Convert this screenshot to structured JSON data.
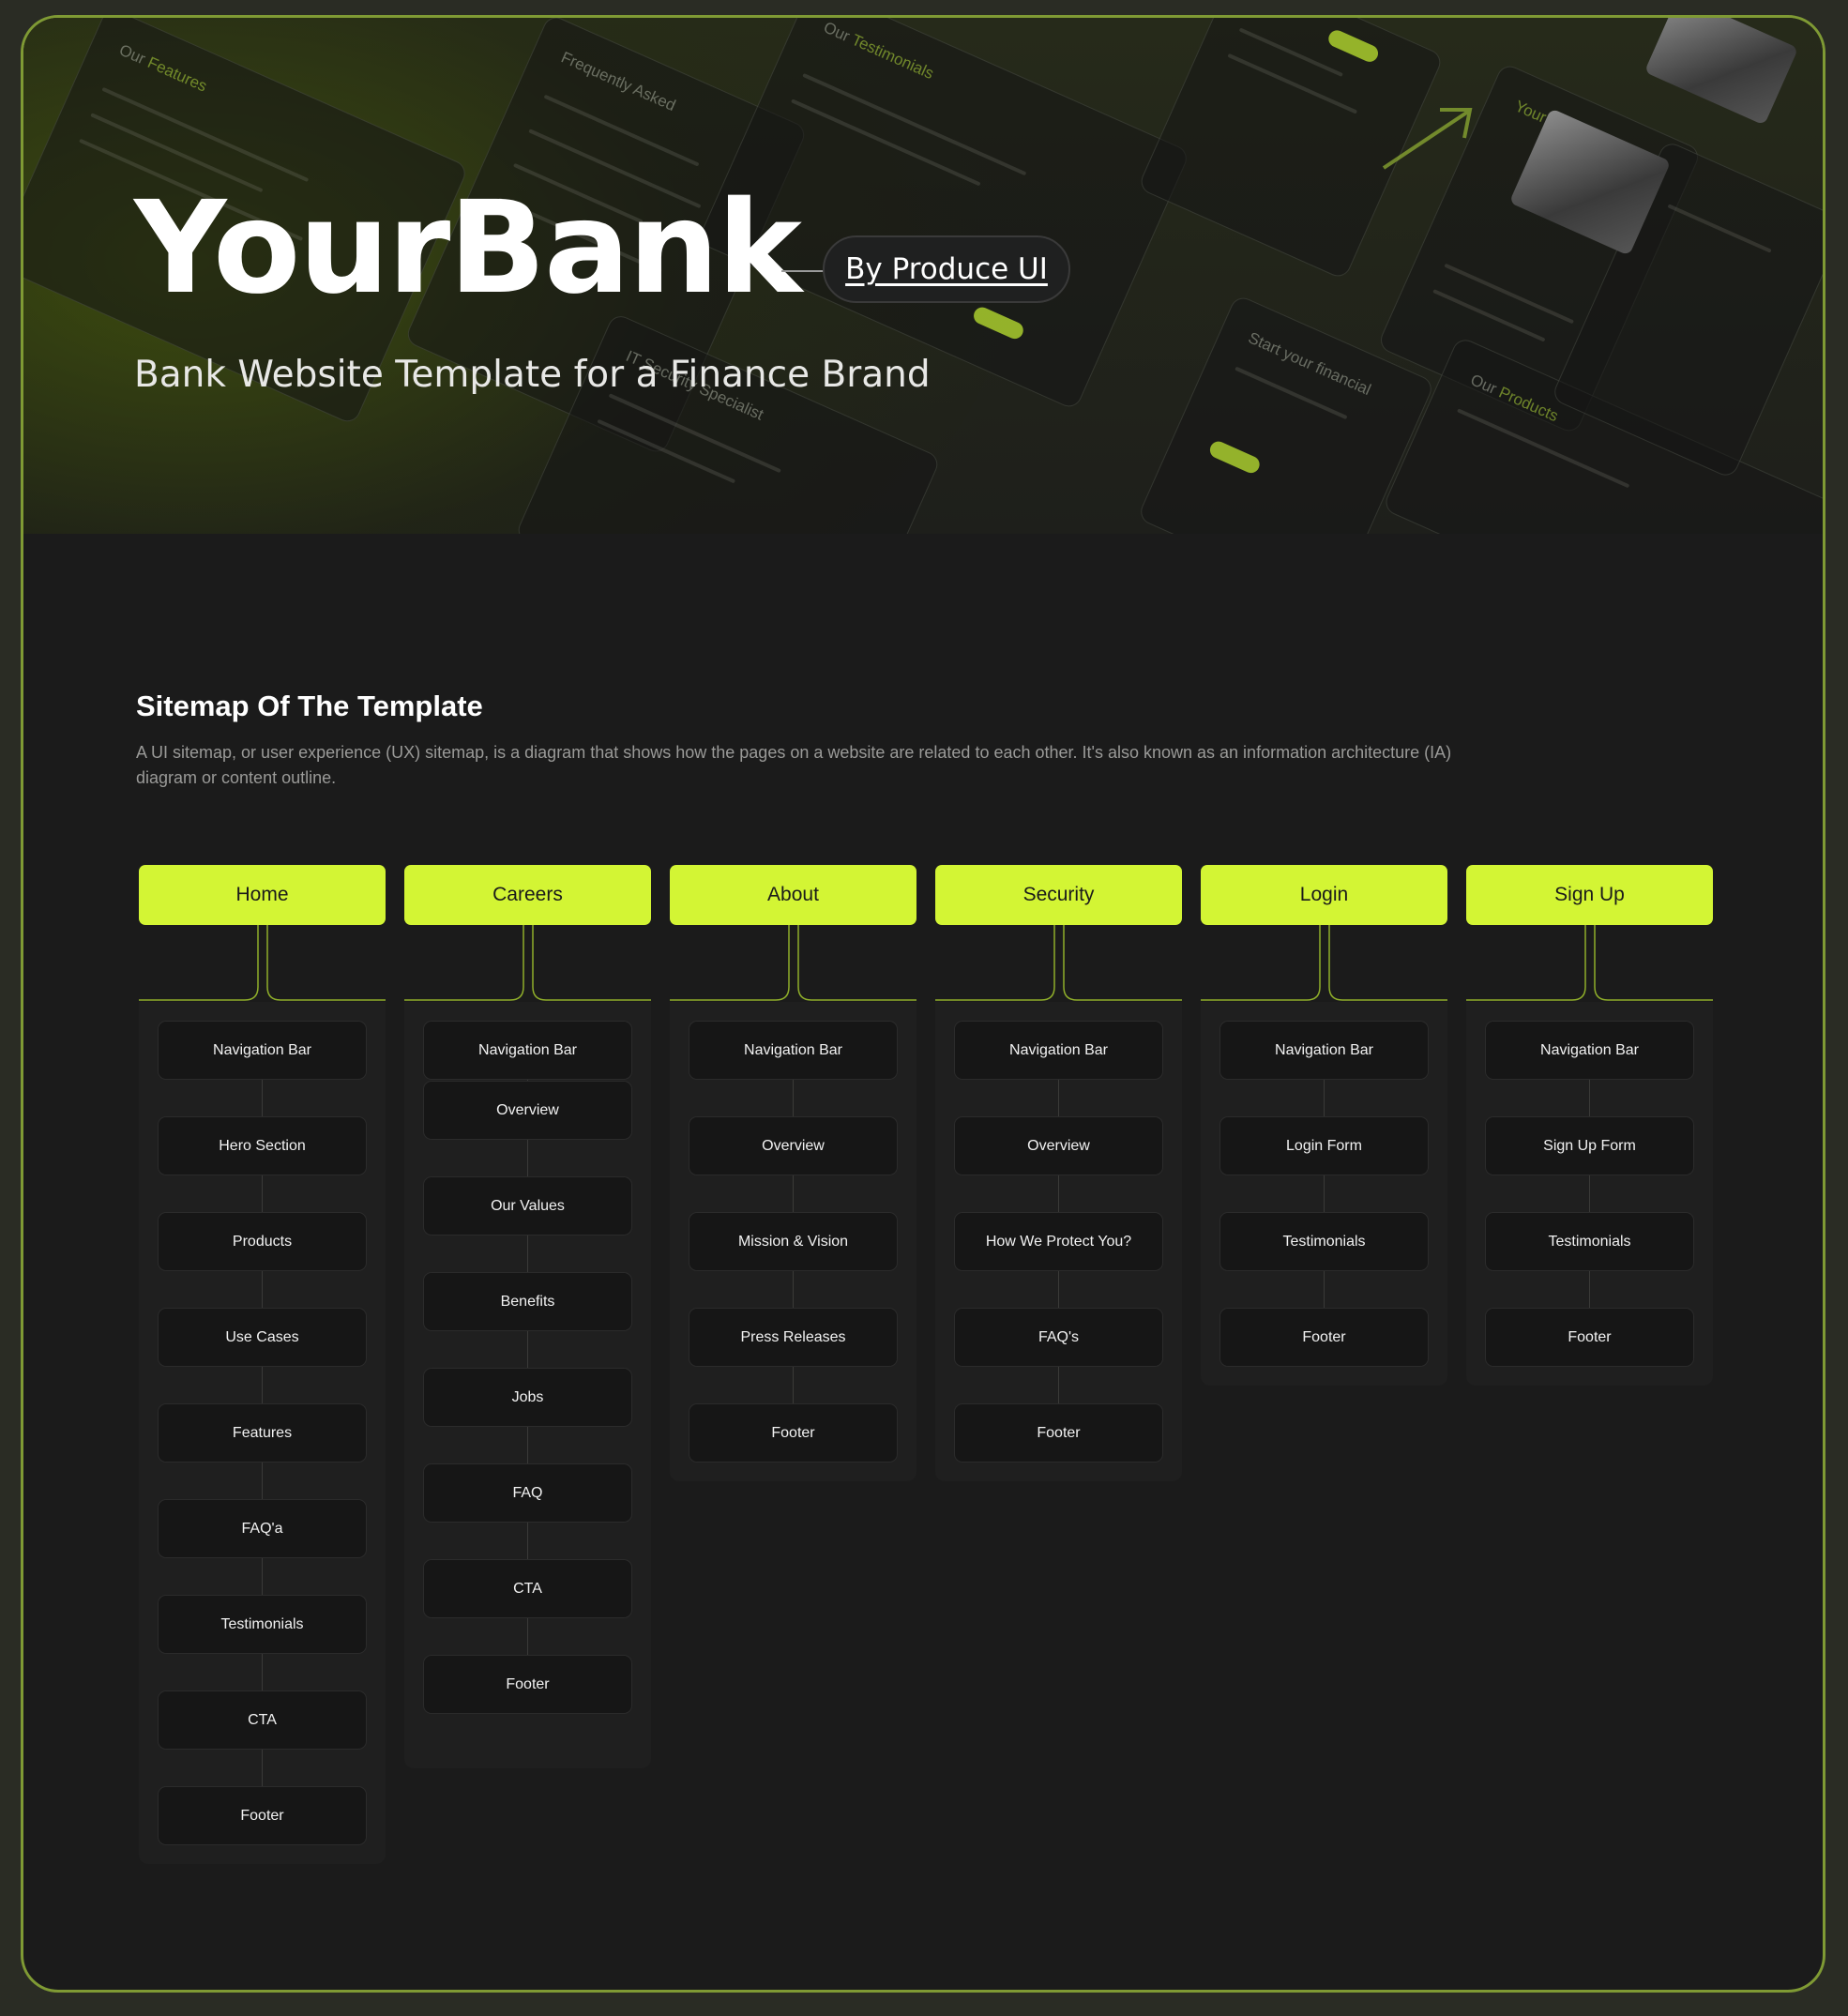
{
  "hero": {
    "title": "YourBank",
    "badge": "By Produce UI",
    "subtitle": "Bank Website Template for a Finance Brand"
  },
  "sitemap": {
    "title": "Sitemap Of The Template",
    "description": "A UI sitemap, or user experience (UX) sitemap, is a diagram that shows how the pages on a website are related to each other. It's also known as an information architecture (IA) diagram or content outline.",
    "accent_color": "#d3f534",
    "columns": [
      {
        "label": "Home",
        "nodes": [
          "Navigation Bar",
          "Hero Section",
          "Products",
          "Use Cases",
          "Features",
          "FAQ'a",
          "Testimonials",
          "CTA",
          "Footer"
        ]
      },
      {
        "label": "Careers",
        "nodes": [
          "Navigation Bar",
          "Overview",
          "Our Values",
          "Benefits",
          "Jobs",
          "FAQ",
          "CTA",
          "Footer"
        ]
      },
      {
        "label": "About",
        "nodes": [
          "Navigation Bar",
          "Overview",
          "Mission & Vision",
          "Press Releases",
          "Footer"
        ]
      },
      {
        "label": "Security",
        "nodes": [
          "Navigation Bar",
          "Overview",
          "How We Protect You?",
          "FAQ's",
          "Footer"
        ]
      },
      {
        "label": "Login",
        "nodes": [
          "Navigation Bar",
          "Login Form",
          "Testimonials",
          "Footer"
        ]
      },
      {
        "label": "Sign Up",
        "nodes": [
          "Navigation Bar",
          "Sign Up Form",
          "Testimonials",
          "Footer"
        ]
      }
    ]
  }
}
